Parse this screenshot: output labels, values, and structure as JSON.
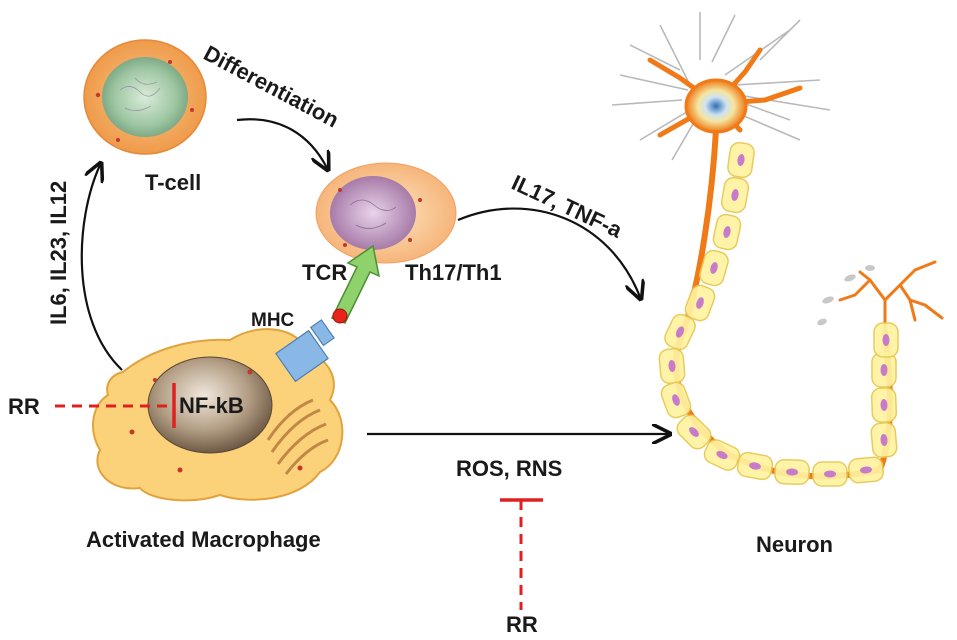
{
  "labels": {
    "differentiation": "Differentiation",
    "t_cell": "T-cell",
    "cytokines_left": "IL6, IL23, IL12",
    "tcr": "TCR",
    "th17_th1": "Th17/Th1",
    "mhc": "MHC",
    "il17_tnf": "IL17, TNF-a",
    "rr_left": "RR",
    "nfkb": "NF-kB",
    "ros_rns": "ROS, RNS",
    "rr_bottom": "RR",
    "activated_macrophage": "Activated Macrophage",
    "neuron": "Neuron"
  },
  "colors": {
    "inhibition": "#e02020",
    "arrow": "#111111",
    "neuron_orange": "#f07a18",
    "schwann_yellow": "#fff2a0",
    "tcr_arrow": "#8fd16a",
    "mhc_blue": "#8ab8e6"
  }
}
